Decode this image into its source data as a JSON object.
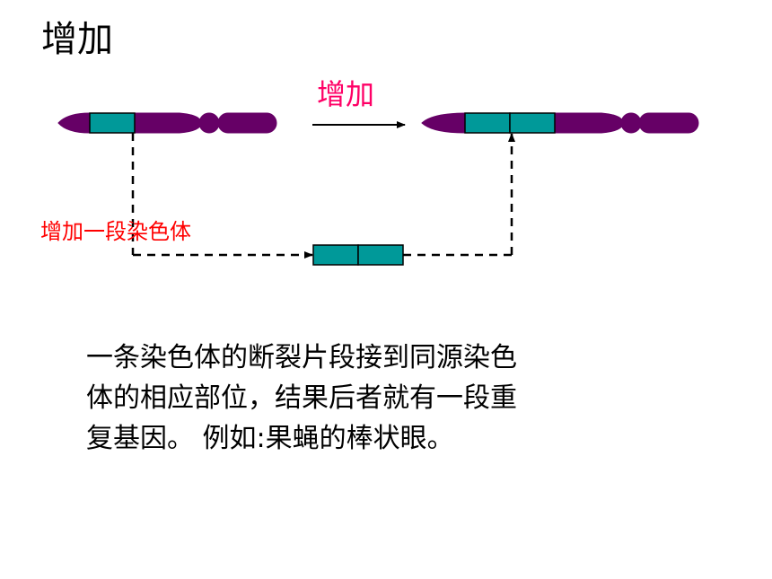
{
  "slide": {
    "title": "增加",
    "arrow_label": "增加",
    "side_label": "增加一段染色体",
    "description": [
      "一条染色体的断裂片段接到同源染色",
      "体的相应部位，结果后者就有一段重",
      "复基因。 例如:果蝇的棒状眼。"
    ]
  },
  "colors": {
    "chromosome": "#660066",
    "segment": "#009999",
    "arrow_label": "#ff0066",
    "side_label": "#ff0000",
    "lines": "#000000"
  }
}
